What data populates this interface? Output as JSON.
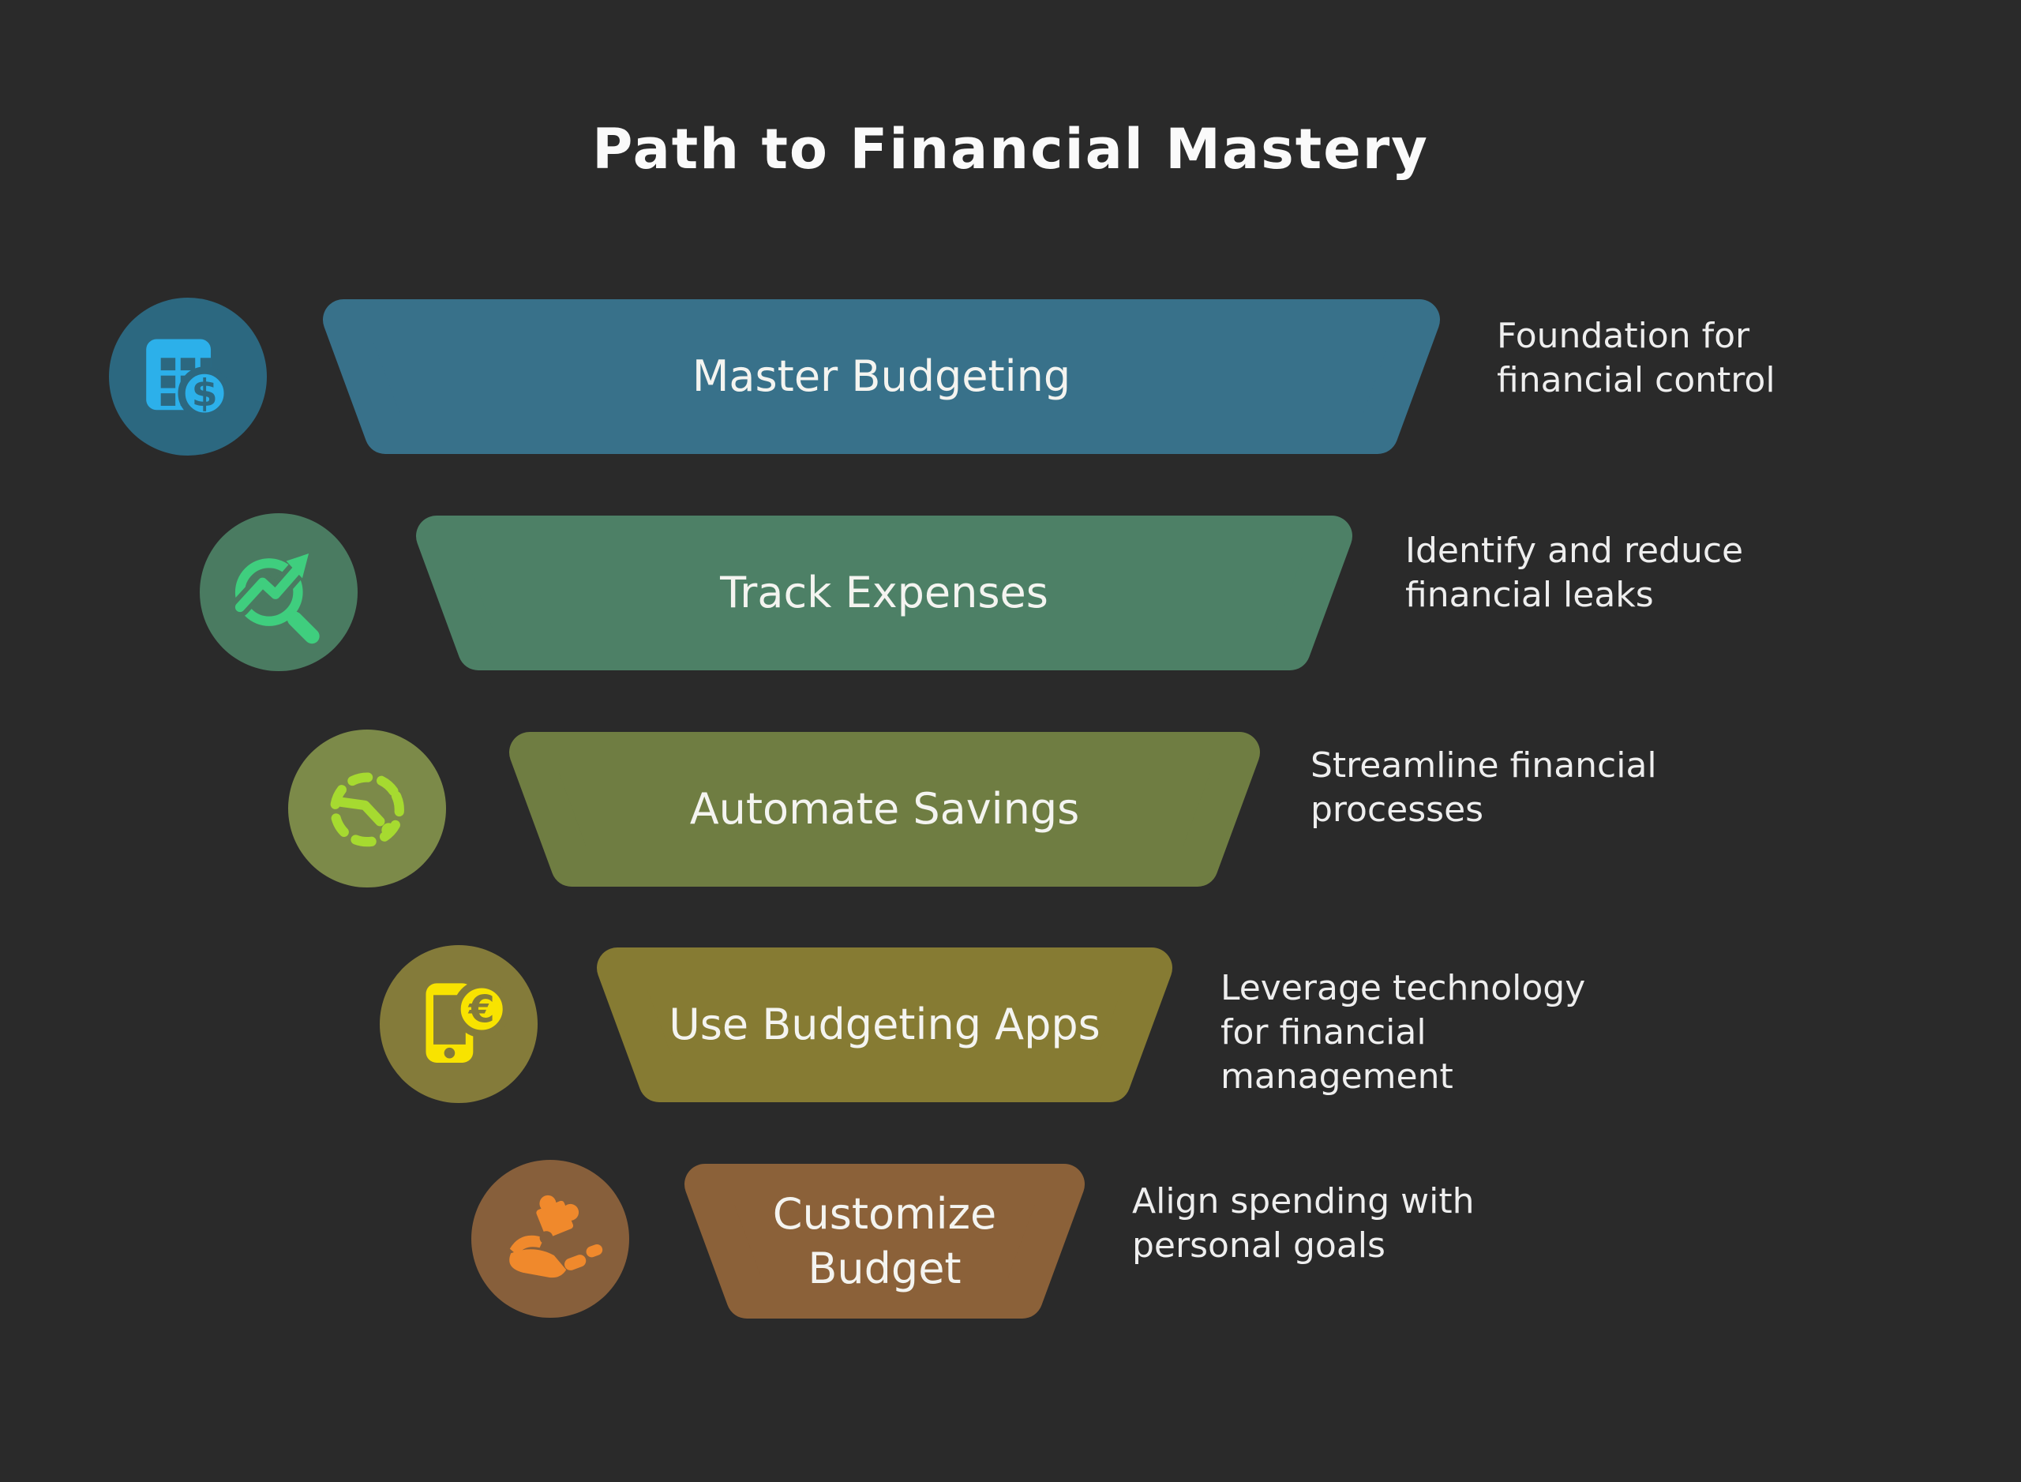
{
  "page": {
    "title": "Path to Financial Mastery",
    "background_color": "#2a2a2a",
    "text_color": "#f4f4f0"
  },
  "funnel": {
    "stages": [
      {
        "label": "Master Budgeting",
        "description": "Foundation for\nfinancial control",
        "bar_color": "#38718a",
        "icon_bg": "#2c6880",
        "icon_color": "#2cb0ea",
        "icon": "budget-spreadsheet-dollar-icon",
        "dollar_sign": "$"
      },
      {
        "label": "Track Expenses",
        "description": "Identify and reduce\nfinancial leaks",
        "bar_color": "#4d8066",
        "icon_bg": "#4a7b61",
        "icon_color": "#3fce7e",
        "icon": "chart-magnifier-icon"
      },
      {
        "label": "Automate Savings",
        "description": "Streamline financial\nprocesses",
        "bar_color": "#6f7d42",
        "icon_bg": "#7c8a49",
        "icon_color": "#a6da30",
        "icon": "dashed-clock-icon"
      },
      {
        "label": "Use Budgeting Apps",
        "description": "Leverage technology\nfor financial\nmanagement",
        "bar_color": "#867b33",
        "icon_bg": "#847b3a",
        "icon_color": "#f8e300",
        "icon": "phone-euro-icon",
        "euro_sign": "€"
      },
      {
        "label": "Customize Budget",
        "description": "Align spending with\npersonal goals",
        "bar_color": "#8b6139",
        "icon_bg": "#875f3b",
        "icon_color": "#f0892c",
        "icon": "hand-puzzle-icon"
      }
    ]
  }
}
